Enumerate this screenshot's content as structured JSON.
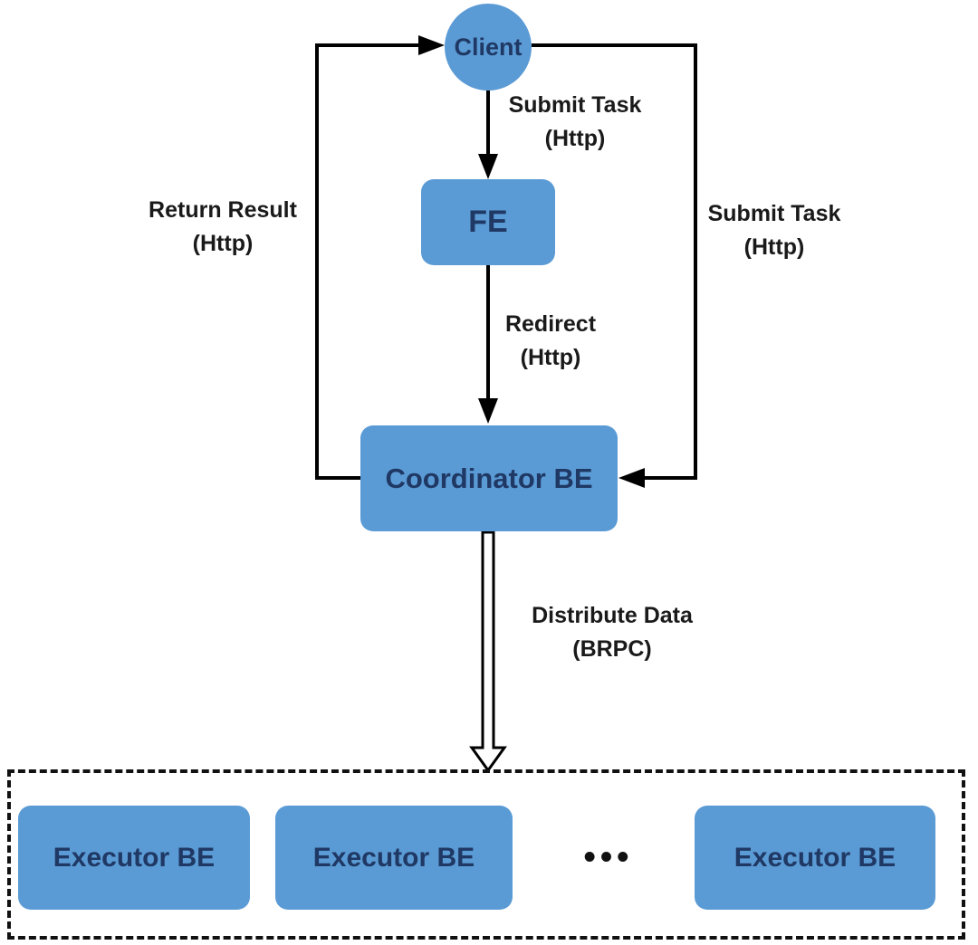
{
  "diagram": {
    "nodes": {
      "client": {
        "label": "Client"
      },
      "fe": {
        "label": "FE"
      },
      "coordinator": {
        "label": "Coordinator BE"
      },
      "executors": [
        {
          "label": "Executor BE"
        },
        {
          "label": "Executor BE"
        },
        {
          "label": "Executor BE"
        }
      ],
      "ellipsis": "•••"
    },
    "edges": {
      "submit_task_top": {
        "line1": "Submit Task",
        "line2": "(Http)"
      },
      "redirect": {
        "line1": "Redirect",
        "line2": "(Http)"
      },
      "return_result": {
        "line1": "Return Result",
        "line2": "(Http)"
      },
      "submit_task_right": {
        "line1": "Submit Task",
        "line2": "(Http)"
      },
      "distribute_data": {
        "line1": "Distribute Data",
        "line2": "(BRPC)"
      }
    },
    "colors": {
      "node_fill": "#5B9BD5",
      "node_text": "#1F3864",
      "line": "#000000",
      "label_text": "#1a1a1a",
      "background": "#ffffff"
    }
  }
}
